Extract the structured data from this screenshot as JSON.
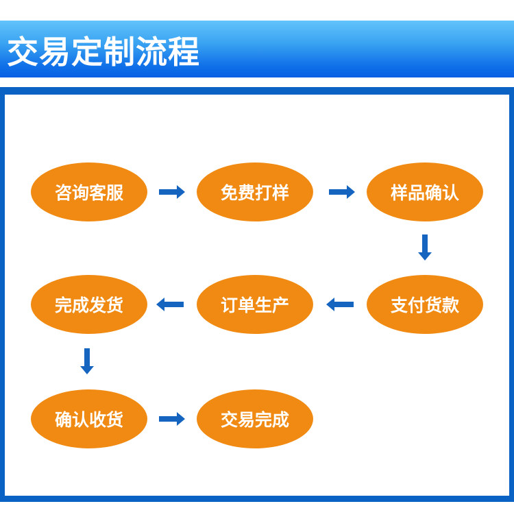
{
  "title": "交易定制流程",
  "steps": [
    "咨询客服",
    "免费打样",
    "样品确认",
    "支付货款",
    "订单生产",
    "完成发货",
    "确认收货",
    "交易完成"
  ],
  "colors": {
    "step": "#f08a12",
    "arrow": "#1565c0",
    "frame": "#0a63c4"
  }
}
